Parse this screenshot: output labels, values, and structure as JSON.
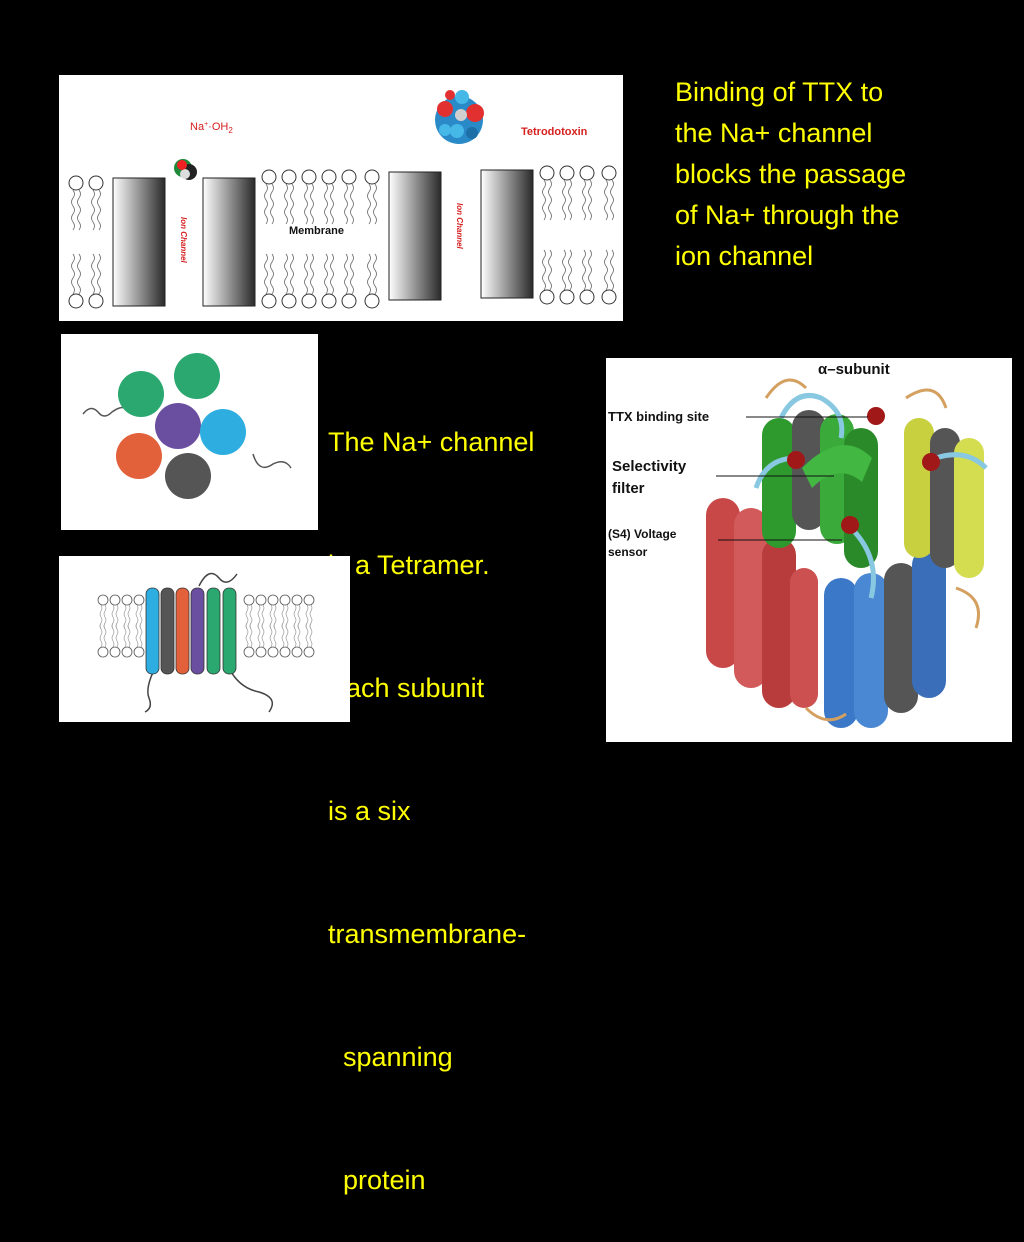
{
  "slide": {
    "caption_top": {
      "lines": [
        "Binding of TTX to",
        "the Na+ channel",
        "blocks the passage",
        "of Na+ through the",
        "ion channel"
      ]
    },
    "caption_middle": {
      "lines": [
        "The Na+ channel",
        "is a Tetramer.",
        "Each subunit",
        "is a six",
        "transmembrane-",
        "  spanning",
        "  protein"
      ]
    }
  },
  "membrane_diagram": {
    "na_label": "Na",
    "na_sup": "+",
    "oh_label": "·OH",
    "oh_sub": "2",
    "toxin_label": "Tetrodotoxin",
    "membrane_label": "Membrane",
    "ion_channel_left": "Ion Channel",
    "ion_channel_right": "Ion Channel"
  },
  "structure_diagram": {
    "alpha_subunit": "α–subunit",
    "ttx_site": "TTX binding site",
    "selectivity_1": "Selectivity",
    "selectivity_2": "filter",
    "voltage_1": "(S4) Voltage",
    "voltage_2": "sensor"
  },
  "colors": {
    "background": "#000000",
    "text": "#ffff00",
    "label_red": "#d62020",
    "green": "#2aa870",
    "purple": "#6a4fa0",
    "cyan": "#2eaee0",
    "orange": "#e2603a",
    "gray": "#555555"
  }
}
